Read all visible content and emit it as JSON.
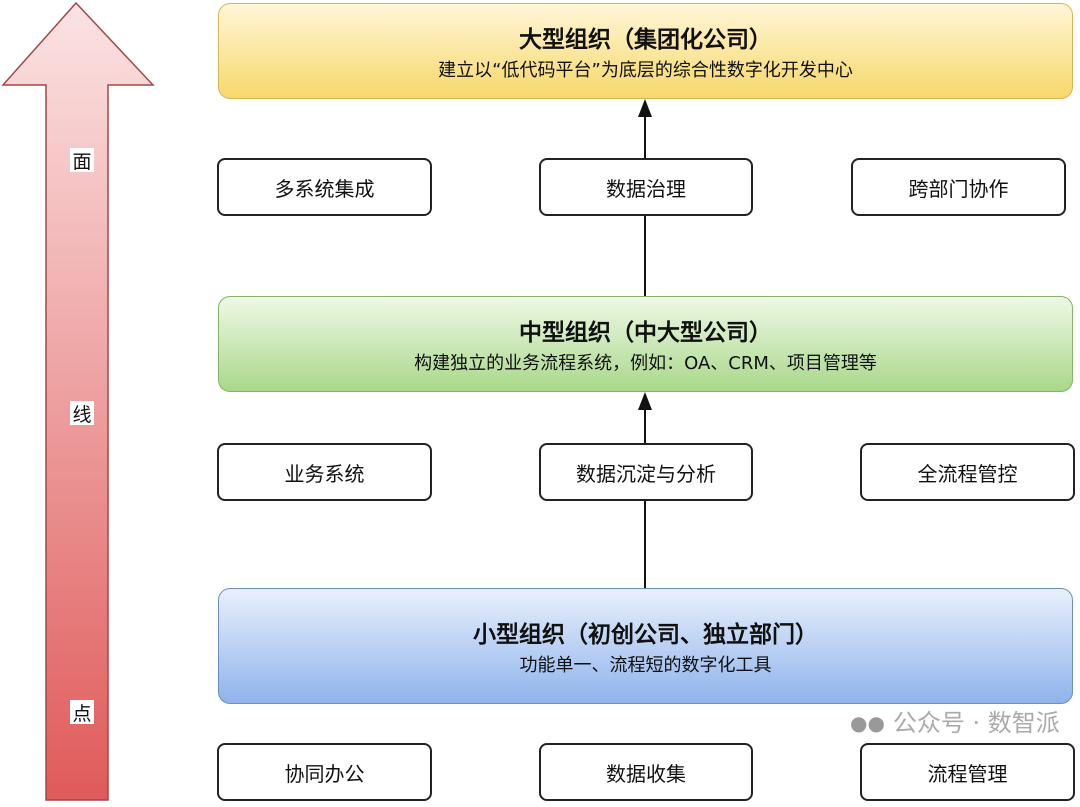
{
  "axis": {
    "top": "面",
    "middle": "线",
    "bottom": "点",
    "colors": {
      "top": "#f9d6d6",
      "bottom": "#e06060"
    }
  },
  "levels": {
    "large": {
      "title": "大型组织（集团化公司）",
      "subtitle": "建立以“低代码平台”为底层的综合性数字化开发中心"
    },
    "medium": {
      "title": "中型组织（中大型公司）",
      "subtitle": "构建独立的业务流程系统，例如：OA、CRM、项目管理等"
    },
    "small": {
      "title": "小型组织（初创公司、独立部门）",
      "subtitle": "功能单一、流程短的数字化工具"
    }
  },
  "row_top": [
    "多系统集成",
    "数据治理",
    "跨部门协作"
  ],
  "row_mid": [
    "业务系统",
    "数据沉淀与分析",
    "全流程管控"
  ],
  "row_bottom": [
    "协同办公",
    "数据收集",
    "流程管理"
  ],
  "watermark": {
    "text": "公众号 · 数智派"
  }
}
